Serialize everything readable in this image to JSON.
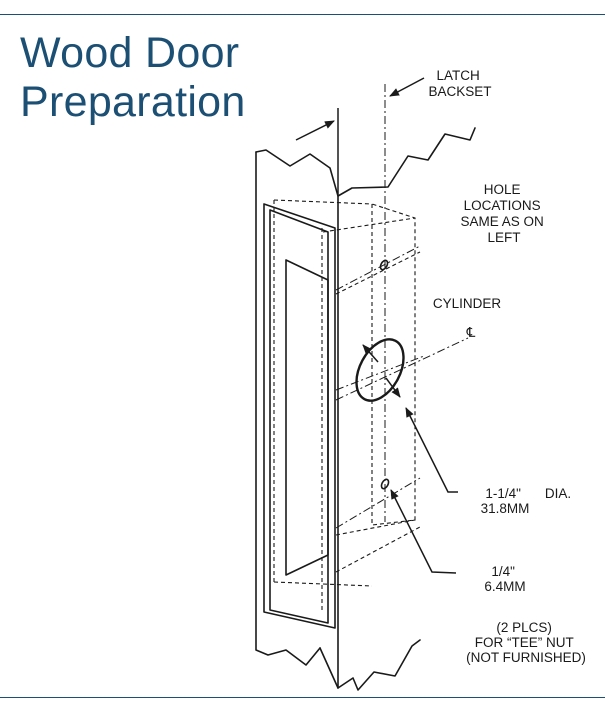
{
  "colors": {
    "accent": "#1c4f74",
    "ink": "#1a1a1a"
  },
  "title": {
    "line1": "Wood Door",
    "line2": "Preparation"
  },
  "labels": {
    "latch_backset": [
      "LATCH",
      "BACKSET"
    ],
    "hole_locations": [
      "HOLE",
      "LOCATIONS",
      "SAME AS ON",
      "LEFT"
    ],
    "cylinder": "CYLINDER",
    "centerline_symbol": "℄",
    "large_hole": {
      "imperial": "1-1/4\"",
      "metric": "31.8MM",
      "suffix": "DIA."
    },
    "small_hole": {
      "imperial": "1/4\"",
      "metric": "6.4MM"
    },
    "tee_nut_note": [
      "(2 PLCS)",
      "FOR “TEE” NUT",
      "(NOT FURNISHED)"
    ]
  }
}
